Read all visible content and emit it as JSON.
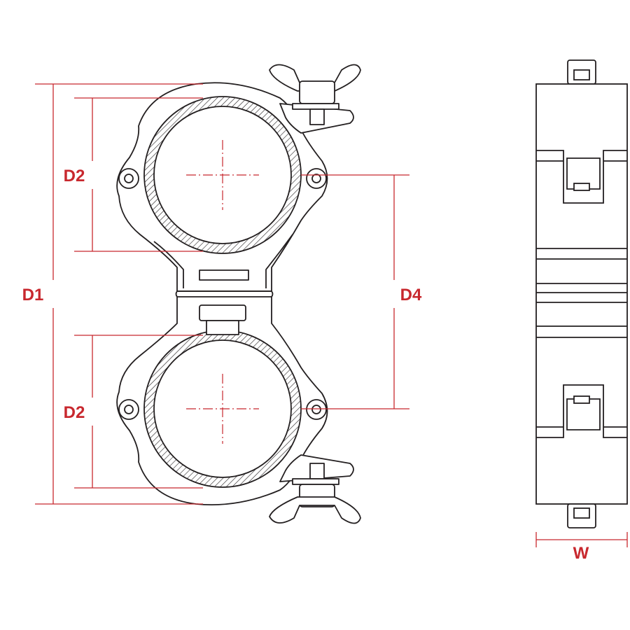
{
  "dimension_labels": {
    "d1": "D1",
    "d2_upper": "D2",
    "d2_lower": "D2",
    "d4": "D4",
    "w": "W"
  },
  "colors": {
    "dimension": "#c8282e",
    "linework": "#231f20",
    "background": "#ffffff"
  }
}
